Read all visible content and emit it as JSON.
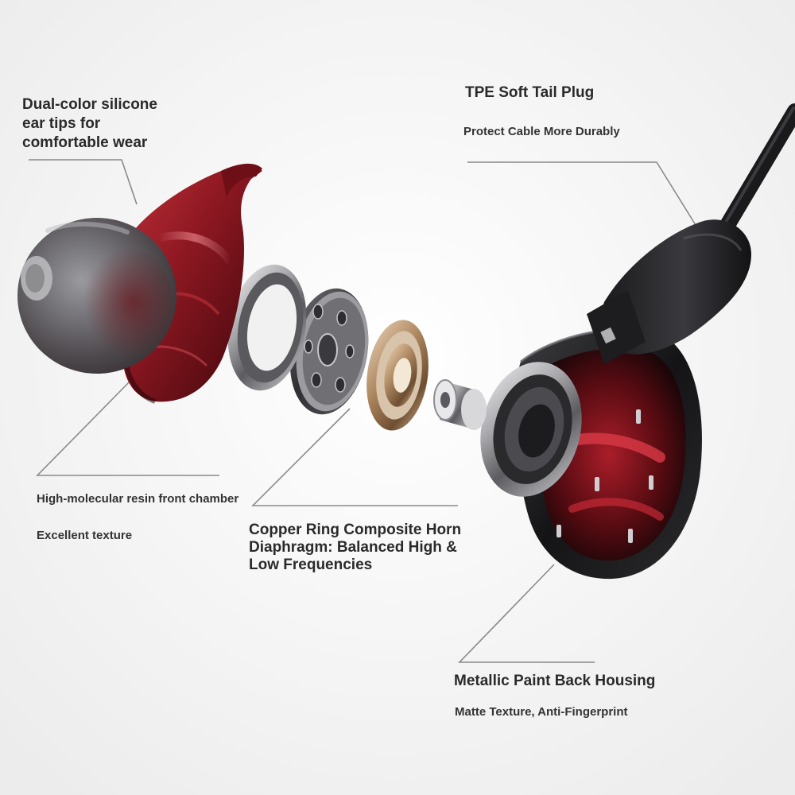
{
  "callouts": {
    "ear_tips": {
      "title": "Dual-color silicone\near tips for\ncomfortable wear"
    },
    "tail_plug": {
      "title": "TPE Soft Tail Plug",
      "subtitle": "Protect Cable More Durably"
    },
    "front_chamber": {
      "title": "High-molecular resin front chamber",
      "subtitle": "Excellent texture"
    },
    "horn": {
      "title": "Copper Ring Composite Horn\nDiaphragm: Balanced High &\nLow Frequencies"
    },
    "back_housing": {
      "title": "Metallic Paint Back Housing",
      "subtitle": "Matte Texture, Anti-Fingerprint"
    }
  },
  "colors": {
    "background": "#f4f4f4",
    "resin_red": "#8e1822",
    "housing_black": "#1b1b1d",
    "copper": "#b08a62",
    "silver": "#a8a8ac",
    "tip_grey": "#6b6b6f",
    "leader_line": "#8a8a8a"
  },
  "icons": [
    "silicone-ear-tip-icon",
    "resin-front-chamber-icon",
    "metal-washer-icon",
    "driver-plate-icon",
    "copper-ring-icon",
    "magnet-cylinder-icon",
    "back-housing-icon",
    "tail-plug-icon",
    "cable-icon"
  ]
}
